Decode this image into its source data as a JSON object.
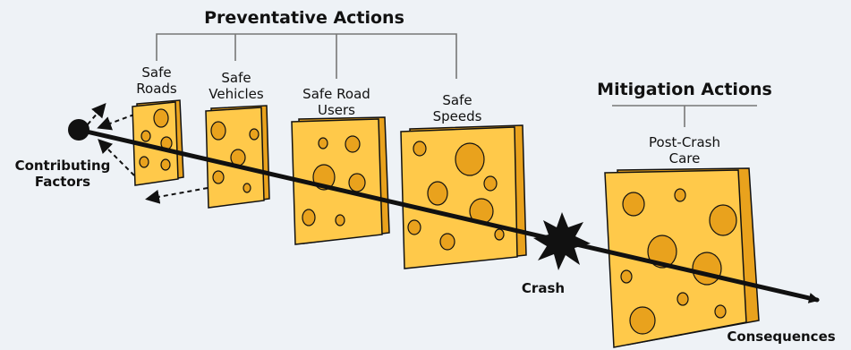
{
  "headings": {
    "preventative": "Preventative Actions",
    "mitigation": "Mitigation Actions"
  },
  "slices": {
    "safe_roads": [
      "Safe",
      "Roads"
    ],
    "safe_vehicles": [
      "Safe",
      "Vehicles"
    ],
    "safe_road_users": [
      "Safe Road",
      "Users"
    ],
    "safe_speeds": [
      "Safe",
      "Speeds"
    ],
    "post_crash_care": [
      "Post-Crash",
      "Care"
    ]
  },
  "labels": {
    "contributing_factors": [
      "Contributing",
      "Factors"
    ],
    "crash": "Crash",
    "consequences": "Consequences"
  },
  "colors": {
    "background": "#eef2f6",
    "cheese_face": "#ffc94a",
    "cheese_edge": "#e9a21d",
    "cheese_outline": "#111111",
    "bracket": "#777777"
  }
}
